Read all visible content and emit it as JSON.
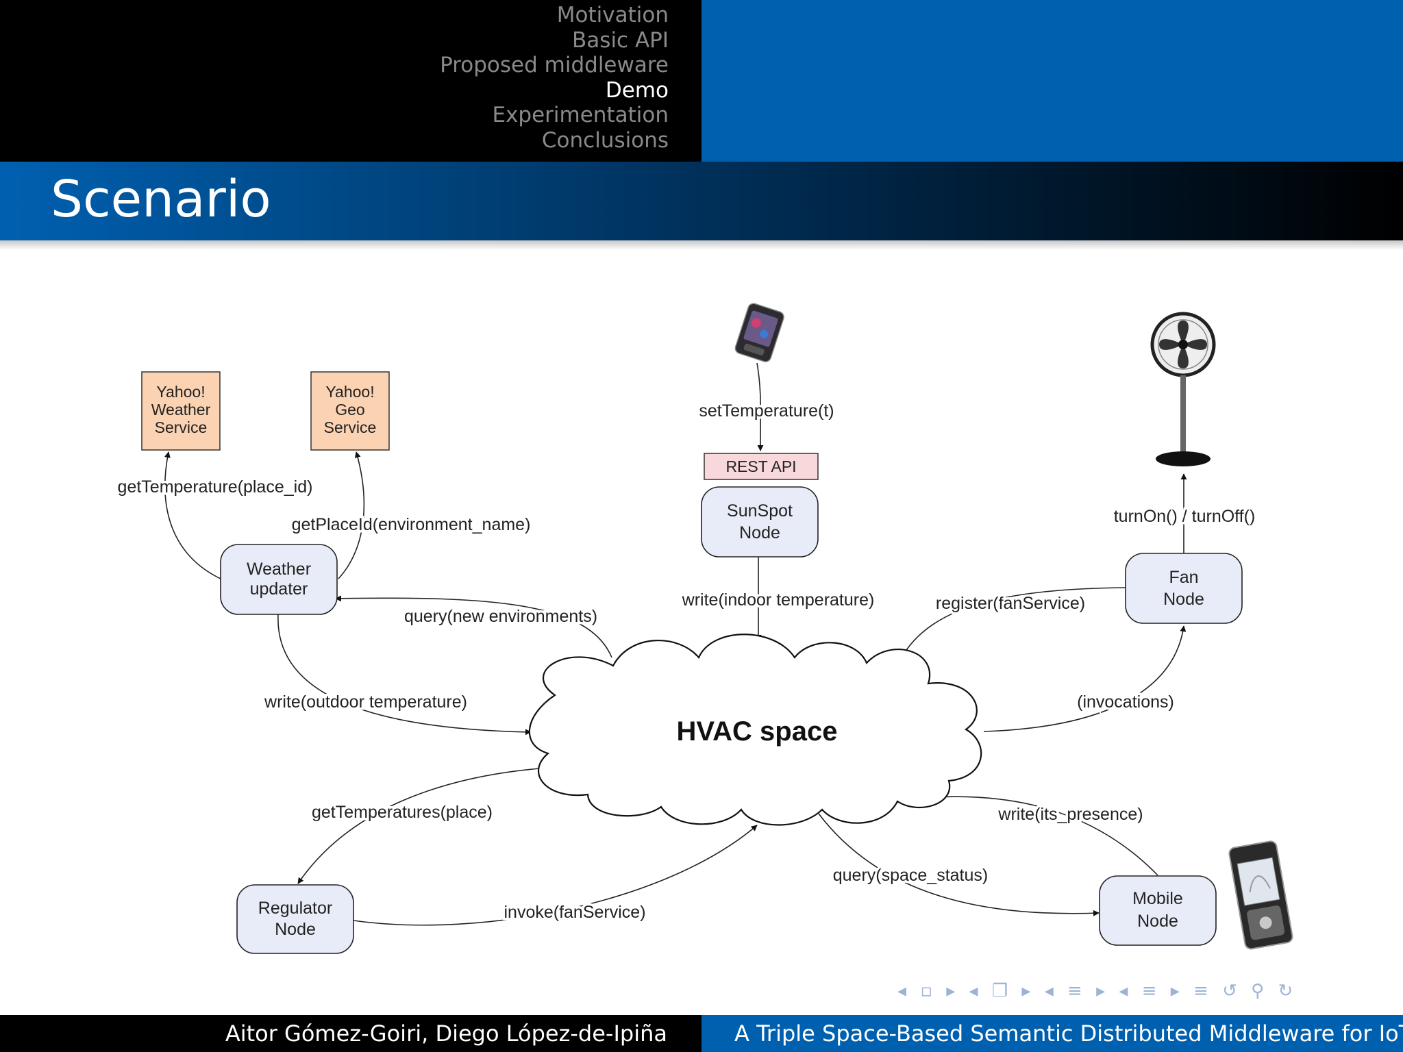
{
  "nav": {
    "sections": [
      "Motivation",
      "Basic API",
      "Proposed middleware",
      "Demo",
      "Experimentation",
      "Conclusions"
    ],
    "active": "Demo"
  },
  "slide": {
    "title": "Scenario"
  },
  "diagram": {
    "services": {
      "weather": [
        "Yahoo!",
        "Weather",
        "Service"
      ],
      "geo": [
        "Yahoo!",
        "Geo",
        "Service"
      ]
    },
    "rest_api": "REST API",
    "nodes": {
      "weather_updater": [
        "Weather",
        "updater"
      ],
      "sunspot": [
        "SunSpot",
        "Node"
      ],
      "fan": [
        "Fan",
        "Node"
      ],
      "regulator": [
        "Regulator",
        "Node"
      ],
      "mobile": [
        "Mobile",
        "Node"
      ]
    },
    "space": "HVAC space",
    "labels": {
      "get_temperature": "getTemperature(place_id)",
      "get_place_id": "getPlaceId(environment_name)",
      "set_temperature": "setTemperature(t)",
      "turn_on_off": "turnOn() / turnOff()",
      "query_new_envs": "query(new environments)",
      "write_indoor": "write(indoor temperature)",
      "register_fan": "register(fanService)",
      "write_outdoor": "write(outdoor temperature)",
      "invocations": "(invocations)",
      "get_temperatures": "getTemperatures(place)",
      "write_presence": "write(its_presence)",
      "query_status": "query(space_status)",
      "invoke_fan": "invoke(fanService)"
    },
    "icons": [
      "smartphone-icon",
      "fan-icon",
      "mobile-phone-icon"
    ]
  },
  "footer": {
    "authors": "Aitor Gómez-Goiri, Diego López-de-Ipiña",
    "title": "A Triple Space-Based Semantic Distributed Middleware for IoT"
  },
  "colors": {
    "blue": "#0060b0",
    "service_box": "#fbd3b3",
    "rest_box": "#f8d8da",
    "node_fill": "#e8ecf8"
  }
}
